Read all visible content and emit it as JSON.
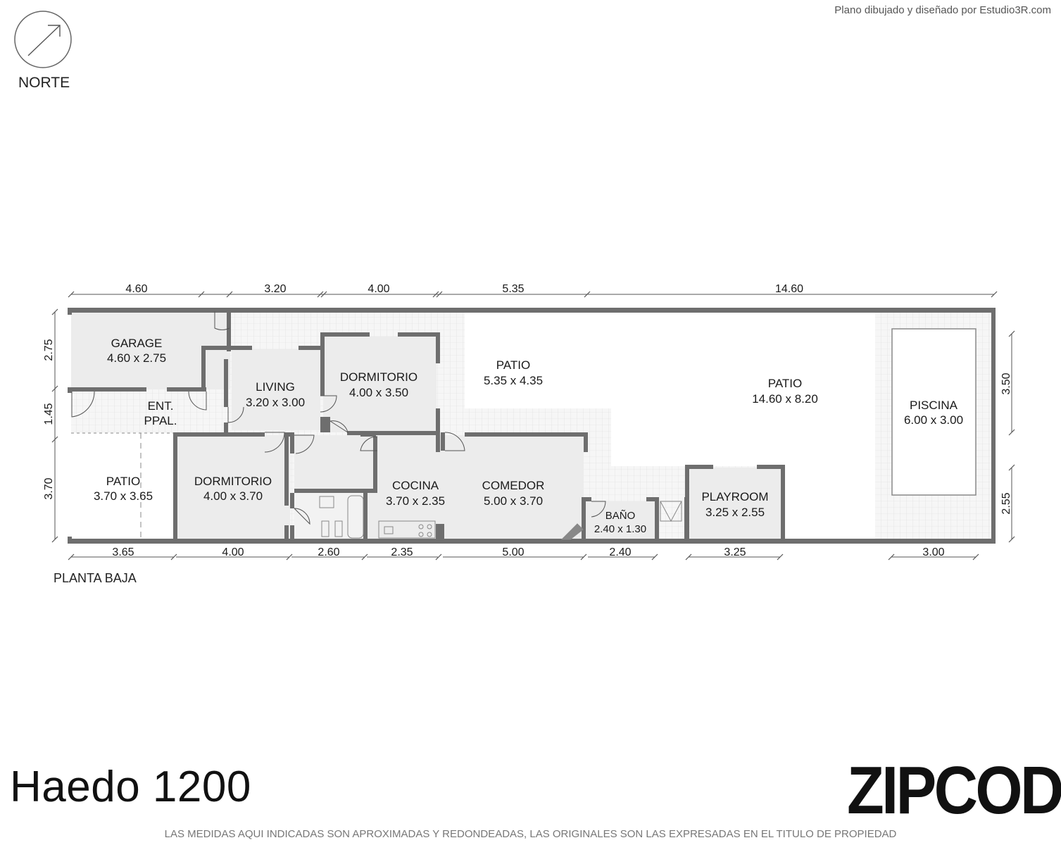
{
  "credit": "Plano dibujado y diseñado por Estudio3R.com",
  "north": {
    "label": "NORTE",
    "icon": "north-arrow-icon"
  },
  "sheet_label": "PLANTA BAJA",
  "address": "Haedo 1200",
  "brand": "ZIPCODE",
  "disclaimer": "LAS MEDIDAS AQUI INDICADAS SON APROXIMADAS Y REDONDEADAS, LAS ORIGINALES SON LAS EXPRESADAS EN EL TITULO DE PROPIEDAD",
  "rooms": [
    {
      "key": "garage",
      "name": "GARAGE",
      "size": "4.60 x 2.75"
    },
    {
      "key": "ent",
      "name": "ENT.",
      "size": "PPAL."
    },
    {
      "key": "living",
      "name": "LIVING",
      "size": "3.20 x 3.00"
    },
    {
      "key": "dorm1",
      "name": "DORMITORIO",
      "size": "4.00 x 3.50"
    },
    {
      "key": "patio1",
      "name": "PATIO",
      "size": "5.35 x 4.35"
    },
    {
      "key": "patio2",
      "name": "PATIO",
      "size": "14.60 x 8.20"
    },
    {
      "key": "piscina",
      "name": "PISCINA",
      "size": "6.00 x 3.00"
    },
    {
      "key": "patio3",
      "name": "PATIO",
      "size": "3.70 x 3.65"
    },
    {
      "key": "dorm2",
      "name": "DORMITORIO",
      "size": "4.00 x 3.70"
    },
    {
      "key": "cocina",
      "name": "COCINA",
      "size": "3.70 x 2.35"
    },
    {
      "key": "comedor",
      "name": "COMEDOR",
      "size": "5.00 x 3.70"
    },
    {
      "key": "bano",
      "name": "BAÑO",
      "size": "2.40 x 1.30"
    },
    {
      "key": "playroom",
      "name": "PLAYROOM",
      "size": "3.25 x 2.55"
    }
  ],
  "dims_top": [
    "4.60",
    "3.20",
    "4.00",
    "5.35",
    "14.60"
  ],
  "dims_bottom": [
    "3.65",
    "4.00",
    "2.60",
    "2.35",
    "5.00",
    "2.40",
    "3.25",
    "3.00"
  ],
  "dims_left": [
    "2.75",
    "1.45",
    "3.70"
  ],
  "dims_right": [
    "3.50",
    "2.55"
  ],
  "colors": {
    "wall": "#6e6e6e",
    "floor": "#ededed",
    "line": "#555555"
  }
}
